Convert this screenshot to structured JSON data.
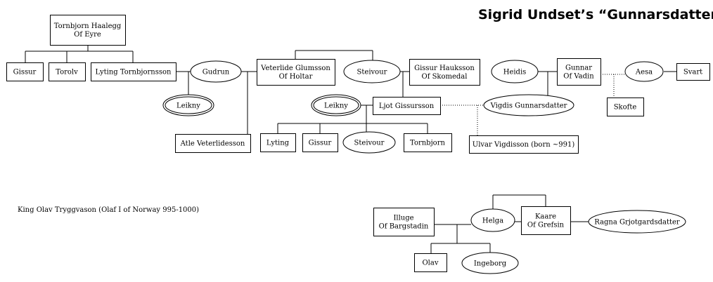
{
  "title": "Sigrid Undset’s “Gunnarsdatter”",
  "caption": "King Olav Tryggvason (Olaf I of Norway 995-1000)",
  "nodes": {
    "tornbjorn_haalegg": [
      "Tornbjorn Haalegg",
      "Of Eyre"
    ],
    "gissur_1": [
      "Gissur"
    ],
    "torolv": [
      "Torolv"
    ],
    "lyting_tornbjornsson": [
      "Lyting Tornbjornsson"
    ],
    "gudrun": [
      "Gudrun"
    ],
    "leikny_1": [
      "Leikny"
    ],
    "atle": [
      "Atle Veterlidesson"
    ],
    "veterlide": [
      "Veterlide Glumsson",
      "Of Holtar"
    ],
    "steivour_1": [
      "Steivour"
    ],
    "gissur_hauksson": [
      "Gissur Hauksson",
      "Of Skomedal"
    ],
    "leikny_2": [
      "Leikny"
    ],
    "ljot": [
      "Ljot Gissursson"
    ],
    "lyting": [
      "Lyting"
    ],
    "gissur_2": [
      "Gissur"
    ],
    "steivour_2": [
      "Steivour"
    ],
    "tornbjorn": [
      "Tornbjorn"
    ],
    "ulvar": [
      "Ulvar Vigdisson (born ~991)"
    ],
    "heidis": [
      "Heidis"
    ],
    "gunnar": [
      "Gunnar",
      "Of Vadin"
    ],
    "vigdis": [
      "Vigdis Gunnarsdatter"
    ],
    "aesa": [
      "Aesa"
    ],
    "svart": [
      "Svart"
    ],
    "skofte": [
      "Skofte"
    ],
    "illuge": [
      "Illuge",
      "Of Bargstadin"
    ],
    "helga": [
      "Helga"
    ],
    "kaare": [
      "Kaare",
      "Of Grefsin"
    ],
    "ragna": [
      "Ragna Grjotgardsdatter"
    ],
    "olav": [
      "Olav"
    ],
    "ingeborg": [
      "Ingeborg"
    ]
  }
}
